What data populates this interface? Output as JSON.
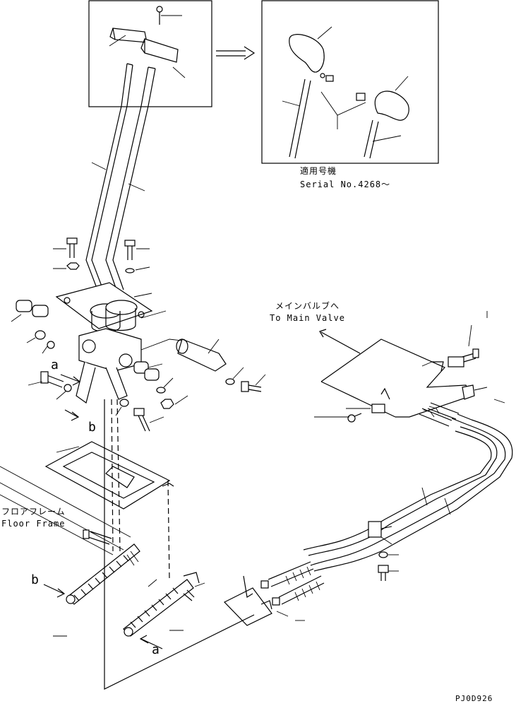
{
  "labels": {
    "serial_jp": "適用号機",
    "serial_en": "Serial No.4268～",
    "main_valve_jp": "メインバルブへ",
    "main_valve_en": "To Main Valve",
    "floor_frame_jp": "フロアフレーム",
    "floor_frame_en": "Floor Frame",
    "marker_a": "a",
    "marker_b": "b",
    "drawing_number": "PJ0D926"
  }
}
